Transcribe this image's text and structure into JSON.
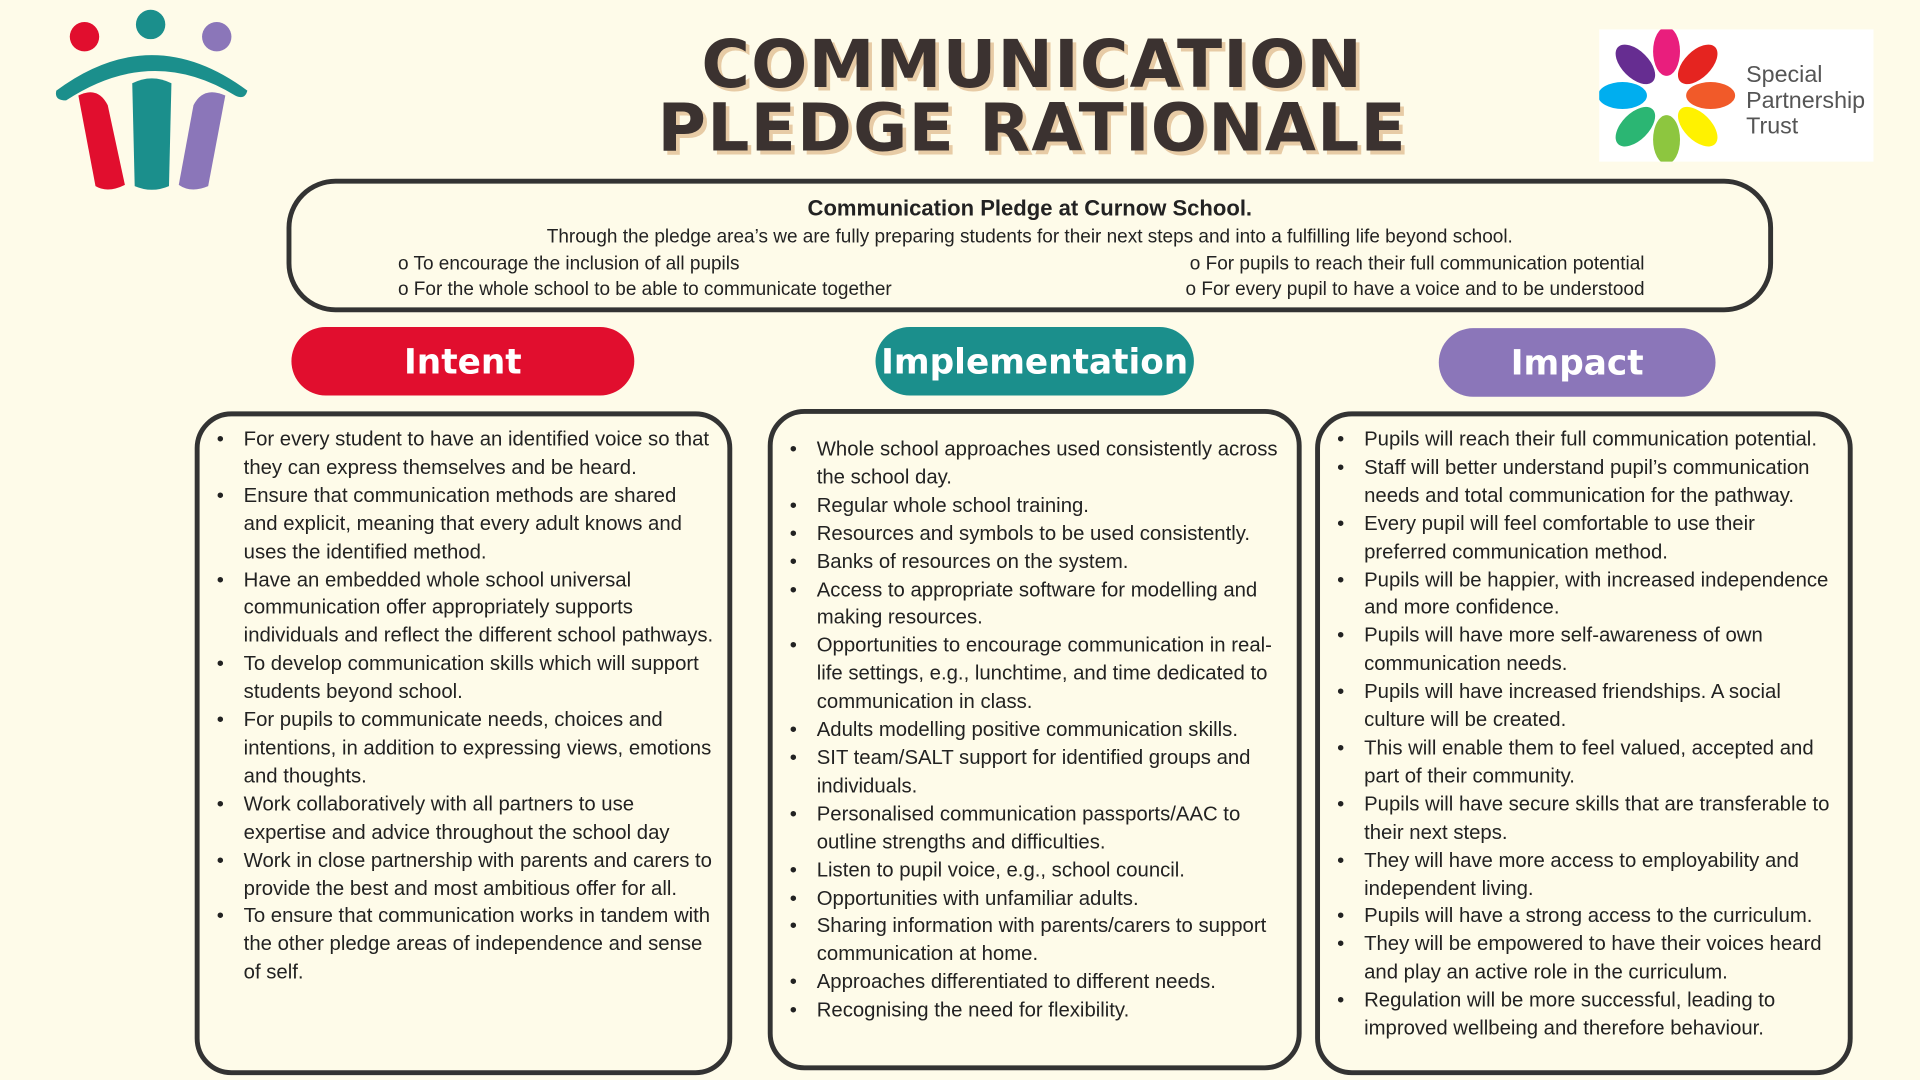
{
  "title": {
    "line1": "COMMUNICATION",
    "line2": "PLEDGE RATIONALE"
  },
  "logo_right": {
    "line1": "Special",
    "line2": "Partnership",
    "line3": "Trust"
  },
  "intro": {
    "heading": "Communication Pledge at Curnow School.",
    "subtitle": "Through the pledge area’s we are fully preparing students for their next steps and into a fulfilling life beyond school.",
    "points": [
      "o To encourage the inclusion of all pupils",
      "o For pupils to reach their full communication potential",
      "o For the whole school to be able to communicate together",
      "o For every pupil to have a voice and to be understood"
    ]
  },
  "colors": {
    "intent": "#e10e2e",
    "implementation": "#1b8f8c",
    "impact": "#8b76b9"
  },
  "columns": [
    {
      "label": "Intent",
      "items": [
        "For every student to have an identified voice so that they can express themselves and be heard.",
        "Ensure that communication methods are shared and explicit, meaning that every adult knows and uses the identified method.",
        "Have an embedded whole school universal communication offer appropriately supports individuals and reflect the different school pathways.",
        "To develop communication skills which will support students beyond school.",
        "For pupils to communicate needs, choices and intentions, in addition to expressing views, emotions and thoughts.",
        "Work collaboratively with all partners to use expertise and advice throughout the school day",
        "Work in close partnership with parents and carers to provide the best and most ambitious offer for all.",
        "To ensure that communication works in tandem with the other pledge areas of independence and sense of self."
      ]
    },
    {
      "label": "Implementation",
      "items": [
        "Whole school approaches used consistently across the school day.",
        "Regular whole school training.",
        "Resources and symbols to be used consistently.",
        "Banks of resources on the system.",
        "Access to appropriate software for modelling and making resources.",
        "Opportunities to encourage communication in real-life settings, e.g., lunchtime, and time dedicated to communication in class.",
        "Adults modelling positive communication skills.",
        "SIT team/SALT support for identified groups and individuals.",
        "Personalised communication passports/AAC to outline strengths and difficulties.",
        "Listen to pupil voice, e.g., school council.",
        "Opportunities with unfamiliar adults.",
        "Sharing information with parents/carers to support communication at home.",
        "Approaches differentiated to different needs.",
        "Recognising the need for flexibility."
      ]
    },
    {
      "label": "Impact",
      "items": [
        "Pupils will reach their full communication potential.",
        "Staff will better understand pupil’s communication needs and total communication for the pathway.",
        "Every pupil will feel comfortable to use their preferred communication method.",
        "Pupils will be happier, with increased independence and more confidence.",
        "Pupils will have more self-awareness of own communication needs.",
        "Pupils will have increased friendships. A social culture will be created.",
        "This will enable them to feel valued, accepted and part of their community.",
        "Pupils will have secure skills that are transferable to their next steps.",
        "They will have more access to employability and independent living.",
        "Pupils will have a strong access to the curriculum.",
        "They will be empowered to have their voices heard and play an active role in the curriculum.",
        "Regulation will be more successful, leading to improved wellbeing and therefore behaviour."
      ]
    }
  ]
}
